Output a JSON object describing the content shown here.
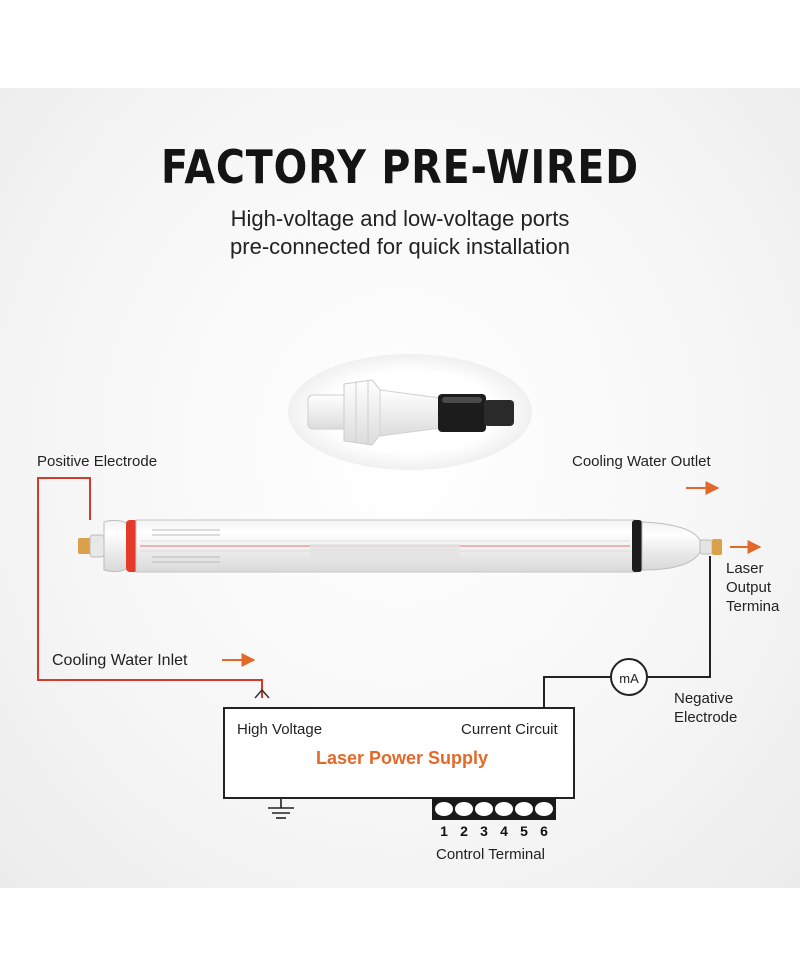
{
  "header": {
    "title": "FACTORY PRE-WIRED",
    "subtitle_line1": "High-voltage and low-voltage ports",
    "subtitle_line2": "pre-connected for quick installation"
  },
  "labels": {
    "positive_electrode": "Positive Electrode",
    "cooling_water_outlet": "Cooling Water Outlet",
    "laser_output_line1": "Laser",
    "laser_output_line2": "Output",
    "laser_output_line3": "Termina",
    "cooling_water_inlet": "Cooling Water Inlet",
    "negative_electrode_line1": "Negative",
    "negative_electrode_line2": "Electrode",
    "milliammeter": "mA"
  },
  "power_supply": {
    "title": "Laser Power Supply",
    "high_voltage": "High Voltage",
    "current_circuit": "Current Circuit",
    "control_terminal": "Control Terminal",
    "terminal_numbers": [
      "1",
      "2",
      "3",
      "4",
      "5",
      "6"
    ]
  },
  "colors": {
    "accent_orange": "#e2692a",
    "wire_red": "#d33a2c",
    "wire_black": "#222222",
    "electrode_red": "#e53a2a",
    "connector_brass": "#d9a24a"
  }
}
